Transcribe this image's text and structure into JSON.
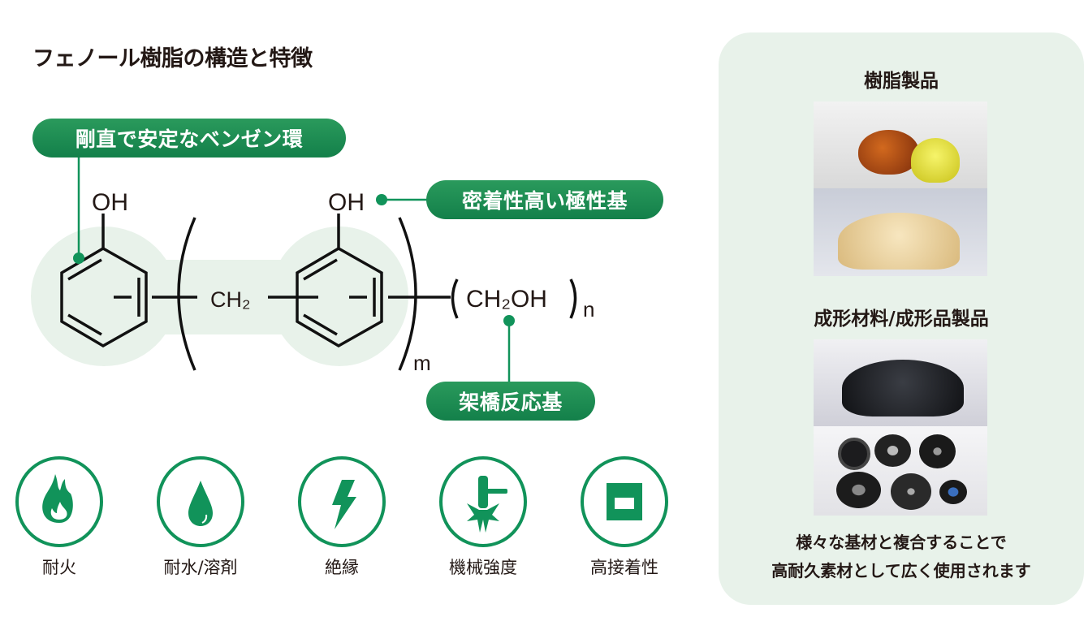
{
  "title": "フェノール樹脂の構造と特徴",
  "callouts": {
    "benzene": "剛直で安定なベンゼン環",
    "polar": "密着性高い極性基",
    "crosslink": "架橋反応基"
  },
  "formula": {
    "oh_left": "OH",
    "oh_right": "OH",
    "ch2": "CH₂",
    "ch2oh": "CH₂OH",
    "sub_m": "m",
    "sub_n": "n"
  },
  "features": [
    {
      "label": "耐火",
      "icon": "flame-icon"
    },
    {
      "label": "耐水/溶剤",
      "icon": "water-drop-icon"
    },
    {
      "label": "絶縁",
      "icon": "lightning-icon"
    },
    {
      "label": "機械強度",
      "icon": "impact-hammer-icon"
    },
    {
      "label": "高接着性",
      "icon": "adhesion-icon"
    }
  ],
  "panel": {
    "title1": "樹脂製品",
    "title2": "成形材料/成形品製品",
    "text_line1": "様々な基材と複合することで",
    "text_line2": "高耐久素材として広く使用されます"
  },
  "colors": {
    "accent": "#11935a",
    "bg_light": "#e8f2ea"
  }
}
